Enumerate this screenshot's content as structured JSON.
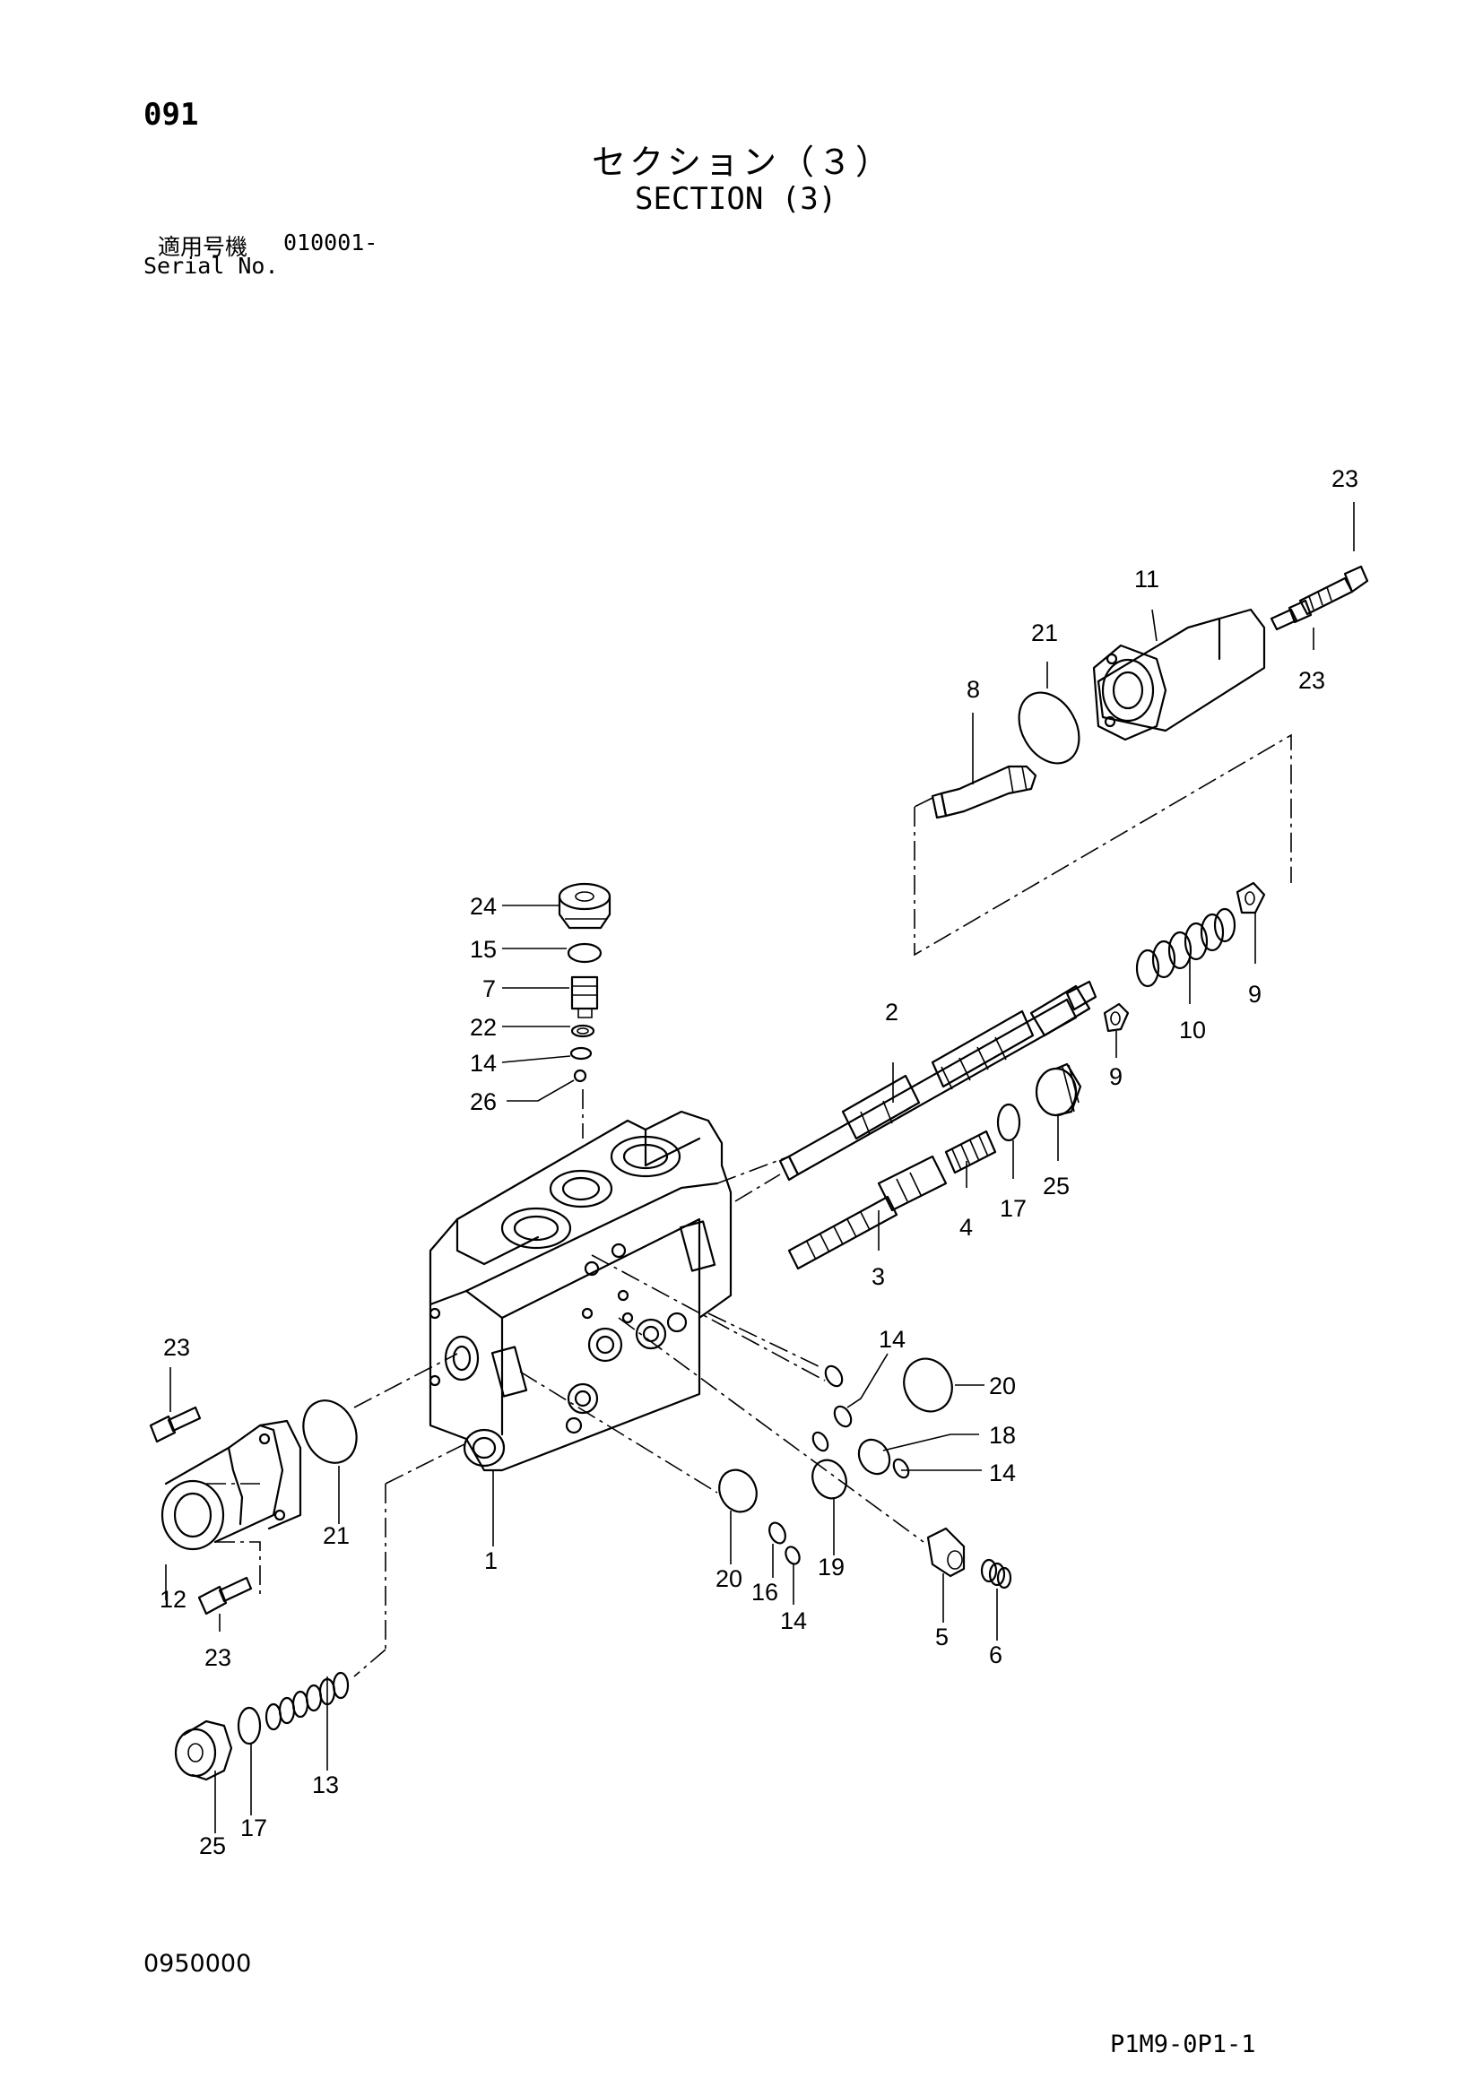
{
  "header": {
    "page_number": "091",
    "title_jp": "セクション（３）",
    "title_en": "SECTION (3)",
    "serial_label_jp": "適用号機",
    "serial_range": "010001-",
    "serial_label_en": "Serial No."
  },
  "footer": {
    "document_code": "0950000",
    "reference_code": "P1M9-0P1-1"
  },
  "callouts": {
    "c1": "1",
    "c2": "2",
    "c3": "3",
    "c4": "4",
    "c5": "5",
    "c6": "6",
    "c7": "7",
    "c8": "8",
    "c9a": "9",
    "c9b": "9",
    "c10": "10",
    "c11": "11",
    "c12": "12",
    "c13": "13",
    "c14a": "14",
    "c14b": "14",
    "c14c": "14",
    "c14d": "14",
    "c15": "15",
    "c16": "16",
    "c17a": "17",
    "c17b": "17",
    "c18": "18",
    "c19": "19",
    "c20a": "20",
    "c20b": "20",
    "c21a": "21",
    "c21b": "21",
    "c22": "22",
    "c23a": "23",
    "c23b": "23",
    "c23c": "23",
    "c23d": "23",
    "c24": "24",
    "c25a": "25",
    "c25b": "25",
    "c26": "26"
  }
}
